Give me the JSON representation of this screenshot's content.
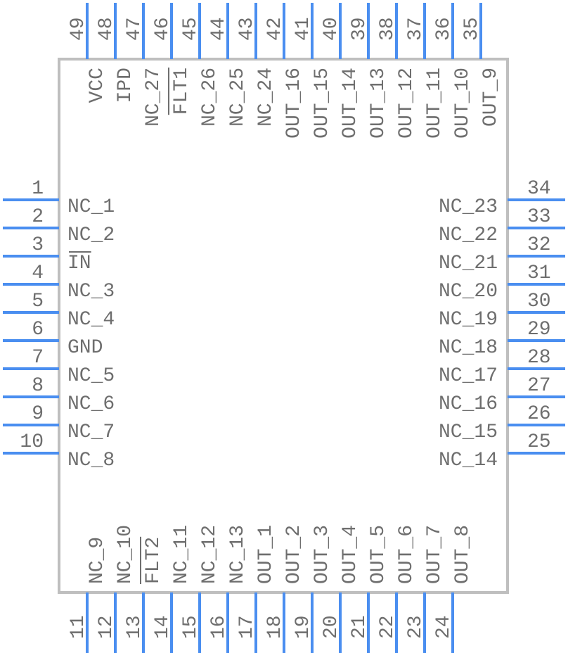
{
  "component": {
    "pins": {
      "left": [
        {
          "num": "1",
          "name": "NC_1"
        },
        {
          "num": "2",
          "name": "NC_2"
        },
        {
          "num": "3",
          "name": "IN",
          "overline": true
        },
        {
          "num": "4",
          "name": "NC_3"
        },
        {
          "num": "5",
          "name": "NC_4"
        },
        {
          "num": "6",
          "name": "GND"
        },
        {
          "num": "7",
          "name": "NC_5"
        },
        {
          "num": "8",
          "name": "NC_6"
        },
        {
          "num": "9",
          "name": "NC_7"
        },
        {
          "num": "10",
          "name": "NC_8"
        }
      ],
      "bottom": [
        {
          "num": "11",
          "name": "NC_9"
        },
        {
          "num": "12",
          "name": "NC_10"
        },
        {
          "num": "13",
          "name": "FLT2",
          "overline": true
        },
        {
          "num": "14",
          "name": "NC_11"
        },
        {
          "num": "15",
          "name": "NC_12"
        },
        {
          "num": "16",
          "name": "NC_13"
        },
        {
          "num": "17",
          "name": "OUT_1"
        },
        {
          "num": "18",
          "name": "OUT_2"
        },
        {
          "num": "19",
          "name": "OUT_3"
        },
        {
          "num": "20",
          "name": "OUT_4"
        },
        {
          "num": "21",
          "name": "OUT_5"
        },
        {
          "num": "22",
          "name": "OUT_6"
        },
        {
          "num": "23",
          "name": "OUT_7"
        },
        {
          "num": "24",
          "name": "OUT_8"
        }
      ],
      "right": [
        {
          "num": "25",
          "name": "NC_14"
        },
        {
          "num": "26",
          "name": "NC_15"
        },
        {
          "num": "27",
          "name": "NC_16"
        },
        {
          "num": "28",
          "name": "NC_17"
        },
        {
          "num": "29",
          "name": "NC_18"
        },
        {
          "num": "30",
          "name": "NC_19"
        },
        {
          "num": "31",
          "name": "NC_20"
        },
        {
          "num": "32",
          "name": "NC_21"
        },
        {
          "num": "33",
          "name": "NC_22"
        },
        {
          "num": "34",
          "name": "NC_23"
        }
      ],
      "top": [
        {
          "num": "35",
          "name": "OUT_9"
        },
        {
          "num": "36",
          "name": "OUT_10"
        },
        {
          "num": "37",
          "name": "OUT_11"
        },
        {
          "num": "38",
          "name": "OUT_12"
        },
        {
          "num": "39",
          "name": "OUT_13"
        },
        {
          "num": "40",
          "name": "OUT_14"
        },
        {
          "num": "41",
          "name": "OUT_15"
        },
        {
          "num": "42",
          "name": "OUT_16"
        },
        {
          "num": "43",
          "name": "NC_24"
        },
        {
          "num": "44",
          "name": "NC_25"
        },
        {
          "num": "45",
          "name": "NC_26"
        },
        {
          "num": "46",
          "name": "FLT1",
          "overline": true
        },
        {
          "num": "47",
          "name": "NC_27"
        },
        {
          "num": "48",
          "name": "IPD"
        },
        {
          "num": "49",
          "name": "VCC"
        }
      ]
    },
    "colors": {
      "pin": "#4a8ef0",
      "body_outline": "#bfbfbf",
      "text": "#6e6e6e"
    }
  }
}
